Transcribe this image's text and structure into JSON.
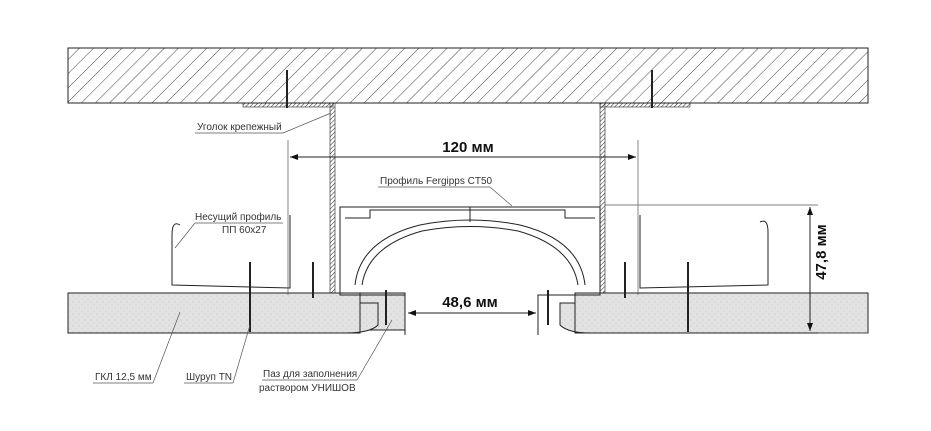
{
  "labels": {
    "angle_bracket": "Уголок крепежный",
    "profile_ct50": "Профиль Fergipps CT50",
    "bearing_profile_1": "Несущий профиль",
    "bearing_profile_2": "ПП 60x27",
    "gkl": "ГКЛ 12,5 мм",
    "screw": "Шуруп TN",
    "groove_1": "Паз для заполнения",
    "groove_2": "раствором УНИШОВ"
  },
  "dimensions": {
    "width": "120 мм",
    "gap": "48,6 мм",
    "height": "47,8 мм"
  }
}
